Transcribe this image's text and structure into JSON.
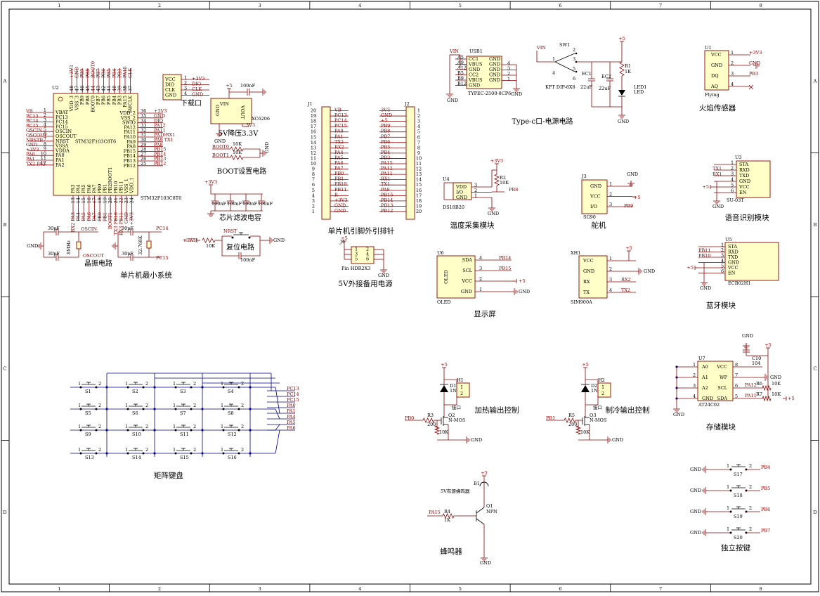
{
  "frame": {
    "cols": [
      "1",
      "2",
      "3",
      "4",
      "5",
      "6",
      "7",
      "8"
    ],
    "rows": [
      "A",
      "B",
      "C",
      "D"
    ]
  },
  "titles": {
    "mcu": "单片机最小系统",
    "debug": "下载口",
    "ldo": "5V降压3.3V",
    "boot": "BOOT设置电路",
    "filter": "芯片滤波电容",
    "reset": "复位电路",
    "crystal": "晶振电路",
    "header": "单片机引脚外引排针",
    "ext5v": "5V外接备用电源",
    "typec": "Type-c口-电源电路",
    "temp": "温度采集模块",
    "servo": "舵机",
    "display": "显示屏",
    "gsm": "",
    "flame": "火焰传感器",
    "voice": "语音识别模块",
    "bt": "蓝牙模块",
    "heat": "加热输出控制",
    "cool": "制冷输出控制",
    "storage": "存储模块",
    "keypad": "矩阵键盘",
    "buzzer": "蜂鸣器",
    "keys": "独立按键"
  },
  "mcu": {
    "ref": "U2",
    "name": "STM32F103C8T6",
    "part": "STM32F103C8T6",
    "left_pins": [
      {
        "num": "1",
        "name": "VBAT",
        "net": "VB"
      },
      {
        "num": "2",
        "name": "PC13",
        "net": "PC13"
      },
      {
        "num": "3",
        "name": "PC14",
        "net": "PC14"
      },
      {
        "num": "4",
        "name": "PC15",
        "net": "PC15"
      },
      {
        "num": "5",
        "name": "OSCIN",
        "net": "OSCIN"
      },
      {
        "num": "6",
        "name": "OSCOUT",
        "net": "OSCOUT"
      },
      {
        "num": "7",
        "name": "NRST",
        "net": "NRSTR"
      },
      {
        "num": "8",
        "name": "VSSA",
        "net": "GND"
      },
      {
        "num": "9",
        "name": "VDDA",
        "net": "+3V3"
      },
      {
        "num": "10",
        "name": "PA0",
        "net": "PA0"
      },
      {
        "num": "11",
        "name": "PA1",
        "net": "PA1"
      },
      {
        "num": "12",
        "name": "PA2",
        "net": "TX2  PA2"
      }
    ],
    "right_pins": [
      {
        "num": "36",
        "name": "VDD_2",
        "net": "+3V3"
      },
      {
        "num": "35",
        "name": "VSS_2",
        "net": "GND"
      },
      {
        "num": "34",
        "name": "SWIO",
        "net": "DIO"
      },
      {
        "num": "33",
        "name": "PA12",
        "net": "PA12"
      },
      {
        "num": "32",
        "name": "PA11",
        "net": "PA11"
      },
      {
        "num": "31",
        "name": "PA10",
        "net": "PA10RX1"
      },
      {
        "num": "30",
        "name": "PA9",
        "net": "PA9  TX1"
      },
      {
        "num": "29",
        "name": "PA8",
        "net": "PA8"
      },
      {
        "num": "28",
        "name": "PB15",
        "net": "PB15"
      },
      {
        "num": "27",
        "name": "PB14",
        "net": "PB14"
      },
      {
        "num": "26",
        "name": "PB13",
        "net": "PB13"
      },
      {
        "num": "25",
        "name": "PB12",
        "net": "PB12"
      }
    ],
    "top_pins": [
      {
        "num": "48",
        "name": "VDD_3",
        "net": "+3V3"
      },
      {
        "num": "47",
        "name": "VSS_3",
        "net": "GND"
      },
      {
        "num": "46",
        "name": "PB9",
        "net": "PB9"
      },
      {
        "num": "45",
        "name": "PB8",
        "net": "PB8"
      },
      {
        "num": "44",
        "name": "BOOT0",
        "net": "BOOT0"
      },
      {
        "num": "43",
        "name": "PB7",
        "net": "PB7"
      },
      {
        "num": "42",
        "name": "PB6",
        "net": "PB6"
      },
      {
        "num": "41",
        "name": "PB5",
        "net": "PB5"
      },
      {
        "num": "40",
        "name": "PB4",
        "net": "PB4"
      },
      {
        "num": "39",
        "name": "PB3",
        "net": "PB3"
      },
      {
        "num": "38",
        "name": "PA15",
        "net": "PA15"
      },
      {
        "num": "37",
        "name": "SWCLK",
        "net": "CLK"
      }
    ],
    "bottom_pins": [
      {
        "num": "13",
        "name": "PA3",
        "net": "RX2 PA3"
      },
      {
        "num": "14",
        "name": "PA4",
        "net": "PA4"
      },
      {
        "num": "15",
        "name": "PA5",
        "net": "PA5"
      },
      {
        "num": "16",
        "name": "PA6",
        "net": "PA6"
      },
      {
        "num": "17",
        "name": "PA7",
        "net": "PA7"
      },
      {
        "num": "18",
        "name": "PB0",
        "net": "PB0"
      },
      {
        "num": "19",
        "name": "PB1",
        "net": "PB1"
      },
      {
        "num": "20",
        "name": "PB2BOOT1",
        "net": "BOOT1"
      },
      {
        "num": "21",
        "name": "PB10",
        "net": "TX3 PB10"
      },
      {
        "num": "22",
        "name": "PB11",
        "net": "RX3 PB11"
      },
      {
        "num": "23",
        "name": "VSS_1",
        "net": "GND"
      },
      {
        "num": "24",
        "name": "VDD_1",
        "net": "+3V3"
      }
    ]
  },
  "debug": {
    "pins": [
      {
        "num": "1",
        "name": "VCC",
        "net": "+3V3"
      },
      {
        "num": "2",
        "name": "DIO",
        "net": "DIO"
      },
      {
        "num": "3",
        "name": "CLK",
        "net": "CLK"
      },
      {
        "num": "4",
        "name": "GND",
        "net": "GND"
      }
    ]
  },
  "ldo": {
    "ref": "XC6206",
    "vin": "VIN",
    "vout": "VOUT",
    "gnd": "GND",
    "cap": "100nF",
    "in": "+5",
    "out": "3V3",
    "gndnet": "GND"
  },
  "boot": {
    "items": [
      {
        "net": "BOOT0",
        "r": "10K"
      },
      {
        "net": "BOOT1",
        "r": "10K"
      }
    ],
    "gnd": "GND"
  },
  "filter": {
    "vcc": "+3V3",
    "caps": [
      "100nF",
      "100nF",
      "100nF",
      "100nF"
    ]
  },
  "reset": {
    "vcc": "+3V3",
    "r": "10K",
    "net": "NRST",
    "gnd": "GND",
    "cap": "100nF"
  },
  "crystal": {
    "hse": {
      "freq": "8MHz",
      "in": "OSCIN",
      "out": "OSCOUT",
      "c": "30pF"
    },
    "lse": {
      "freq": "32.768K",
      "in": "PC14",
      "out": "PC15",
      "c": "30pF"
    },
    "gnd": "GND"
  },
  "header": {
    "j1": {
      "ref": "J1",
      "pins": [
        {
          "num": "20",
          "net": "VB"
        },
        {
          "num": "19",
          "net": "PC13"
        },
        {
          "num": "18",
          "net": "PC14"
        },
        {
          "num": "17",
          "net": "PC15"
        },
        {
          "num": "16",
          "net": "PA0"
        },
        {
          "num": "15",
          "net": "PA1"
        },
        {
          "num": "14",
          "net": "TX2"
        },
        {
          "num": "13",
          "net": "RX2"
        },
        {
          "num": "12",
          "net": "PA4"
        },
        {
          "num": "11",
          "net": "PA5"
        },
        {
          "num": "10",
          "net": "PA6"
        },
        {
          "num": "9",
          "net": "PA7"
        },
        {
          "num": "8",
          "net": "PB0"
        },
        {
          "num": "7",
          "net": "PB1"
        },
        {
          "num": "6",
          "net": "PB10"
        },
        {
          "num": "5",
          "net": "PB11"
        },
        {
          "num": "4",
          "net": "R"
        },
        {
          "num": "3",
          "net": "+3V3"
        },
        {
          "num": "2",
          "net": "GND"
        },
        {
          "num": "1",
          "net": "GND"
        }
      ]
    },
    "j2": {
      "ref": "J2",
      "pins": [
        {
          "num": "1",
          "net": "3V3"
        },
        {
          "num": "2",
          "net": "GND"
        },
        {
          "num": "3",
          "net": "+5"
        },
        {
          "num": "4",
          "net": "PB9"
        },
        {
          "num": "5",
          "net": "PB8"
        },
        {
          "num": "6",
          "net": "PB7"
        },
        {
          "num": "7",
          "net": "PB6"
        },
        {
          "num": "8",
          "net": "PB5"
        },
        {
          "num": "9",
          "net": "PB4"
        },
        {
          "num": "10",
          "net": "PB3"
        },
        {
          "num": "11",
          "net": "PA15"
        },
        {
          "num": "12",
          "net": "PA12"
        },
        {
          "num": "13",
          "net": "PA11"
        },
        {
          "num": "14",
          "net": "RX1"
        },
        {
          "num": "15",
          "net": "TX1"
        },
        {
          "num": "16",
          "net": "PA8"
        },
        {
          "num": "17",
          "net": "PB15"
        },
        {
          "num": "18",
          "net": "PB14"
        },
        {
          "num": "19",
          "net": "PB13"
        },
        {
          "num": "20",
          "net": "PB12"
        }
      ]
    }
  },
  "ext5v": {
    "ref": "J4",
    "part": "Pin HDR2X3",
    "vcc": "+5",
    "gnd": "GND",
    "pins": [
      "1",
      "2",
      "3",
      "4",
      "5",
      "6"
    ]
  },
  "typec": {
    "ref": "USB1",
    "part": "TYPEC-2500-8CP6",
    "vin": "VIN",
    "gnd": "GND",
    "pins": [
      {
        "pad": "A5",
        "name": "CC1",
        "r": "GND"
      },
      {
        "pad": "A9",
        "name": "VBUS",
        "r": "GND"
      },
      {
        "pad": "A12",
        "name": "GND",
        "r": "GND"
      },
      {
        "pad": "B5",
        "name": "CC2",
        "r": "GND"
      },
      {
        "pad": "B9",
        "name": "VBUS",
        "r": "GND"
      },
      {
        "pad": "B12",
        "name": "GND",
        "r": ""
      }
    ],
    "right_nums": [
      "4",
      "3",
      "2",
      "1"
    ],
    "sw": "SW1",
    "swpart": "KFT DIP-8X8",
    "vin_sw": "VIN",
    "plus5": "+5",
    "ec1": "EC1",
    "ec1v": "22uF",
    "ec2": "EC2",
    "ec2v": "22uF",
    "r1": "R1",
    "r1v": "1K",
    "led": "LED1",
    "ledtxt": "LED",
    "gnd2": "GND"
  },
  "temp": {
    "ref": "U4",
    "part": "DS18B20",
    "pins": [
      {
        "n": "3",
        "name": "VDD"
      },
      {
        "n": "2",
        "name": "I/O"
      },
      {
        "n": "1",
        "name": "GND"
      }
    ],
    "vcc": "+3V3",
    "r": "R2",
    "rv": "10K",
    "net": "PB8",
    "gnd": "GND"
  },
  "servo": {
    "ref": "J3",
    "part": "SG90",
    "pins": [
      {
        "n": "1",
        "name": "GND",
        "net": "GND"
      },
      {
        "n": "2",
        "name": "VCC",
        "net": "+5"
      },
      {
        "n": "3",
        "name": "I/O",
        "net": "PB9"
      }
    ]
  },
  "display": {
    "ref": "U6",
    "part": "OLED",
    "name": "OLED",
    "pins": [
      {
        "n": "4",
        "name": "SDA",
        "net": "PB14"
      },
      {
        "n": "3",
        "name": "SCL",
        "net": "PB15"
      },
      {
        "n": "2",
        "name": "VCC",
        "net": "+5"
      },
      {
        "n": "1",
        "name": "GND",
        "net": "GND"
      }
    ]
  },
  "gsm": {
    "ref": "XH1",
    "part": "SIM900A",
    "pins": [
      {
        "n": "1",
        "name": "VCC",
        "net": "+5"
      },
      {
        "n": "2",
        "name": "GND",
        "net": "GND"
      },
      {
        "n": "3",
        "name": "RX",
        "net": "RX2"
      },
      {
        "n": "4",
        "name": "TX",
        "net": "TX2"
      }
    ]
  },
  "flame": {
    "ref": "U1",
    "part": "Flying",
    "pins": [
      {
        "n": "1",
        "name": "VCC",
        "net": "+3V3"
      },
      {
        "n": "2",
        "name": "GND",
        "net": "GND"
      },
      {
        "n": "3",
        "name": "DQ",
        "net": "PB3"
      },
      {
        "n": "4",
        "name": "AQ",
        "net": ""
      }
    ]
  },
  "voice": {
    "ref": "U3",
    "part": "SU-03T",
    "pins": [
      {
        "n": "1",
        "name": "STA",
        "net": ""
      },
      {
        "n": "2",
        "name": "RXD",
        "net": "TX1"
      },
      {
        "n": "3",
        "name": "TXD",
        "net": "RX1"
      },
      {
        "n": "4",
        "name": "GND",
        "net": ""
      },
      {
        "n": "5",
        "name": "VCC",
        "net": "+5"
      },
      {
        "n": "6",
        "name": "EN",
        "net": ""
      }
    ],
    "gnd": "GND"
  },
  "bt": {
    "ref": "U5",
    "part": "ECB02H1",
    "pins": [
      {
        "n": "1",
        "name": "STA",
        "net": ""
      },
      {
        "n": "2",
        "name": "RXD",
        "net": "PB11"
      },
      {
        "n": "3",
        "name": "TXD",
        "net": "PB10"
      },
      {
        "n": "4",
        "name": "GND",
        "net": ""
      },
      {
        "n": "5",
        "name": "VCC",
        "net": "+5"
      },
      {
        "n": "6",
        "name": "EN",
        "net": ""
      }
    ],
    "gnd": "GND"
  },
  "heat": {
    "d": "D1",
    "dv": "1N4007",
    "h": "H1",
    "hv": "接口",
    "q": "Q2",
    "qv": "N-MOS",
    "r": "R3",
    "rv": "200",
    "r2": "10K",
    "net": "PB0",
    "vcc": "+5",
    "gnd": "GND",
    "pins": [
      "1",
      "2"
    ]
  },
  "cool": {
    "d": "D2",
    "dv": "1N4007",
    "h": "H2",
    "hv": "接口",
    "q": "Q3",
    "qv": "N-MOS",
    "r": "R5",
    "rv": "200",
    "r2": "10K",
    "net": "PB1",
    "vcc": "+5",
    "gnd": "GND",
    "pins": [
      "1",
      "2"
    ]
  },
  "storage": {
    "ref": "U7",
    "part": "AT24C02",
    "c": "C10",
    "cv": "104",
    "vcc": "+5",
    "gnd": "GND",
    "left": [
      {
        "n": "1",
        "name": "A0"
      },
      {
        "n": "2",
        "name": "A1"
      },
      {
        "n": "3",
        "name": "A2"
      },
      {
        "n": "4",
        "name": "GND"
      }
    ],
    "right": [
      {
        "n": "8",
        "name": "VCC",
        "net": ""
      },
      {
        "n": "7",
        "name": "WP",
        "net": "GND"
      },
      {
        "n": "6",
        "name": "SCL",
        "net": "PA12"
      },
      {
        "n": "5",
        "name": "SDA",
        "net": "PA11"
      }
    ],
    "r6": "R6",
    "r6v": "10K",
    "r7": "R7",
    "r7v": "10K"
  },
  "keypad": {
    "keys": [
      "S1",
      "S2",
      "S3",
      "S4",
      "S5",
      "S6",
      "S7",
      "S8",
      "S9",
      "S10",
      "S11",
      "S12",
      "S13",
      "S14",
      "S15",
      "S16"
    ],
    "nets": [
      "PC13",
      "PC14",
      "PC15",
      "PA0",
      "PA1",
      "PA4",
      "PA5",
      "PA6"
    ],
    "pins": [
      "1",
      "2"
    ]
  },
  "buzzer": {
    "b": "B1",
    "bv": "5V有源蜂鸣器",
    "q": "Q1",
    "qv": "NPN",
    "r": "R4",
    "rv": "1K",
    "net": "PA15",
    "vcc": "+5",
    "gnd": "GND"
  },
  "keys": {
    "items": [
      {
        "s": "S17",
        "net": "PB4"
      },
      {
        "s": "S18",
        "net": "PB5"
      },
      {
        "s": "S19",
        "net": "PB6"
      },
      {
        "s": "S20",
        "net": "PB7"
      }
    ],
    "gnd": "GND",
    "pins": [
      "1",
      "2"
    ]
  }
}
